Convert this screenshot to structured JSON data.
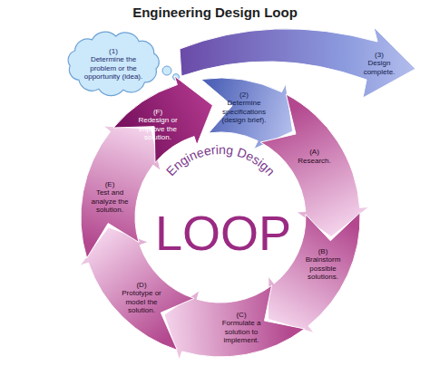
{
  "diagram": {
    "title": "Engineering Design Loop",
    "nodes": [
      {
        "text": [
          "(1)",
          "Determine the problem or the opportunity (idea)."
        ]
      },
      {
        "text": [
          "(2)",
          "Determine specifications (design brief)."
        ]
      },
      {
        "text": [
          "(3)",
          "Design complete."
        ]
      },
      {
        "text": [
          "(A)",
          "Research."
        ]
      },
      {
        "text": [
          "(B)",
          "Brainstorm possible solutions."
        ]
      },
      {
        "text": [
          "(C)",
          "Formulate a solution to implement."
        ]
      },
      {
        "text": [
          "(D)",
          "Prototype or model the solution."
        ]
      },
      {
        "text": [
          "(E)",
          "Test and analyze the solution."
        ]
      },
      {
        "text": [
          "(F)",
          "Redesign or improve the solution."
        ]
      }
    ],
    "labels": [
      "Engineering Design",
      "LOOP"
    ]
  }
}
